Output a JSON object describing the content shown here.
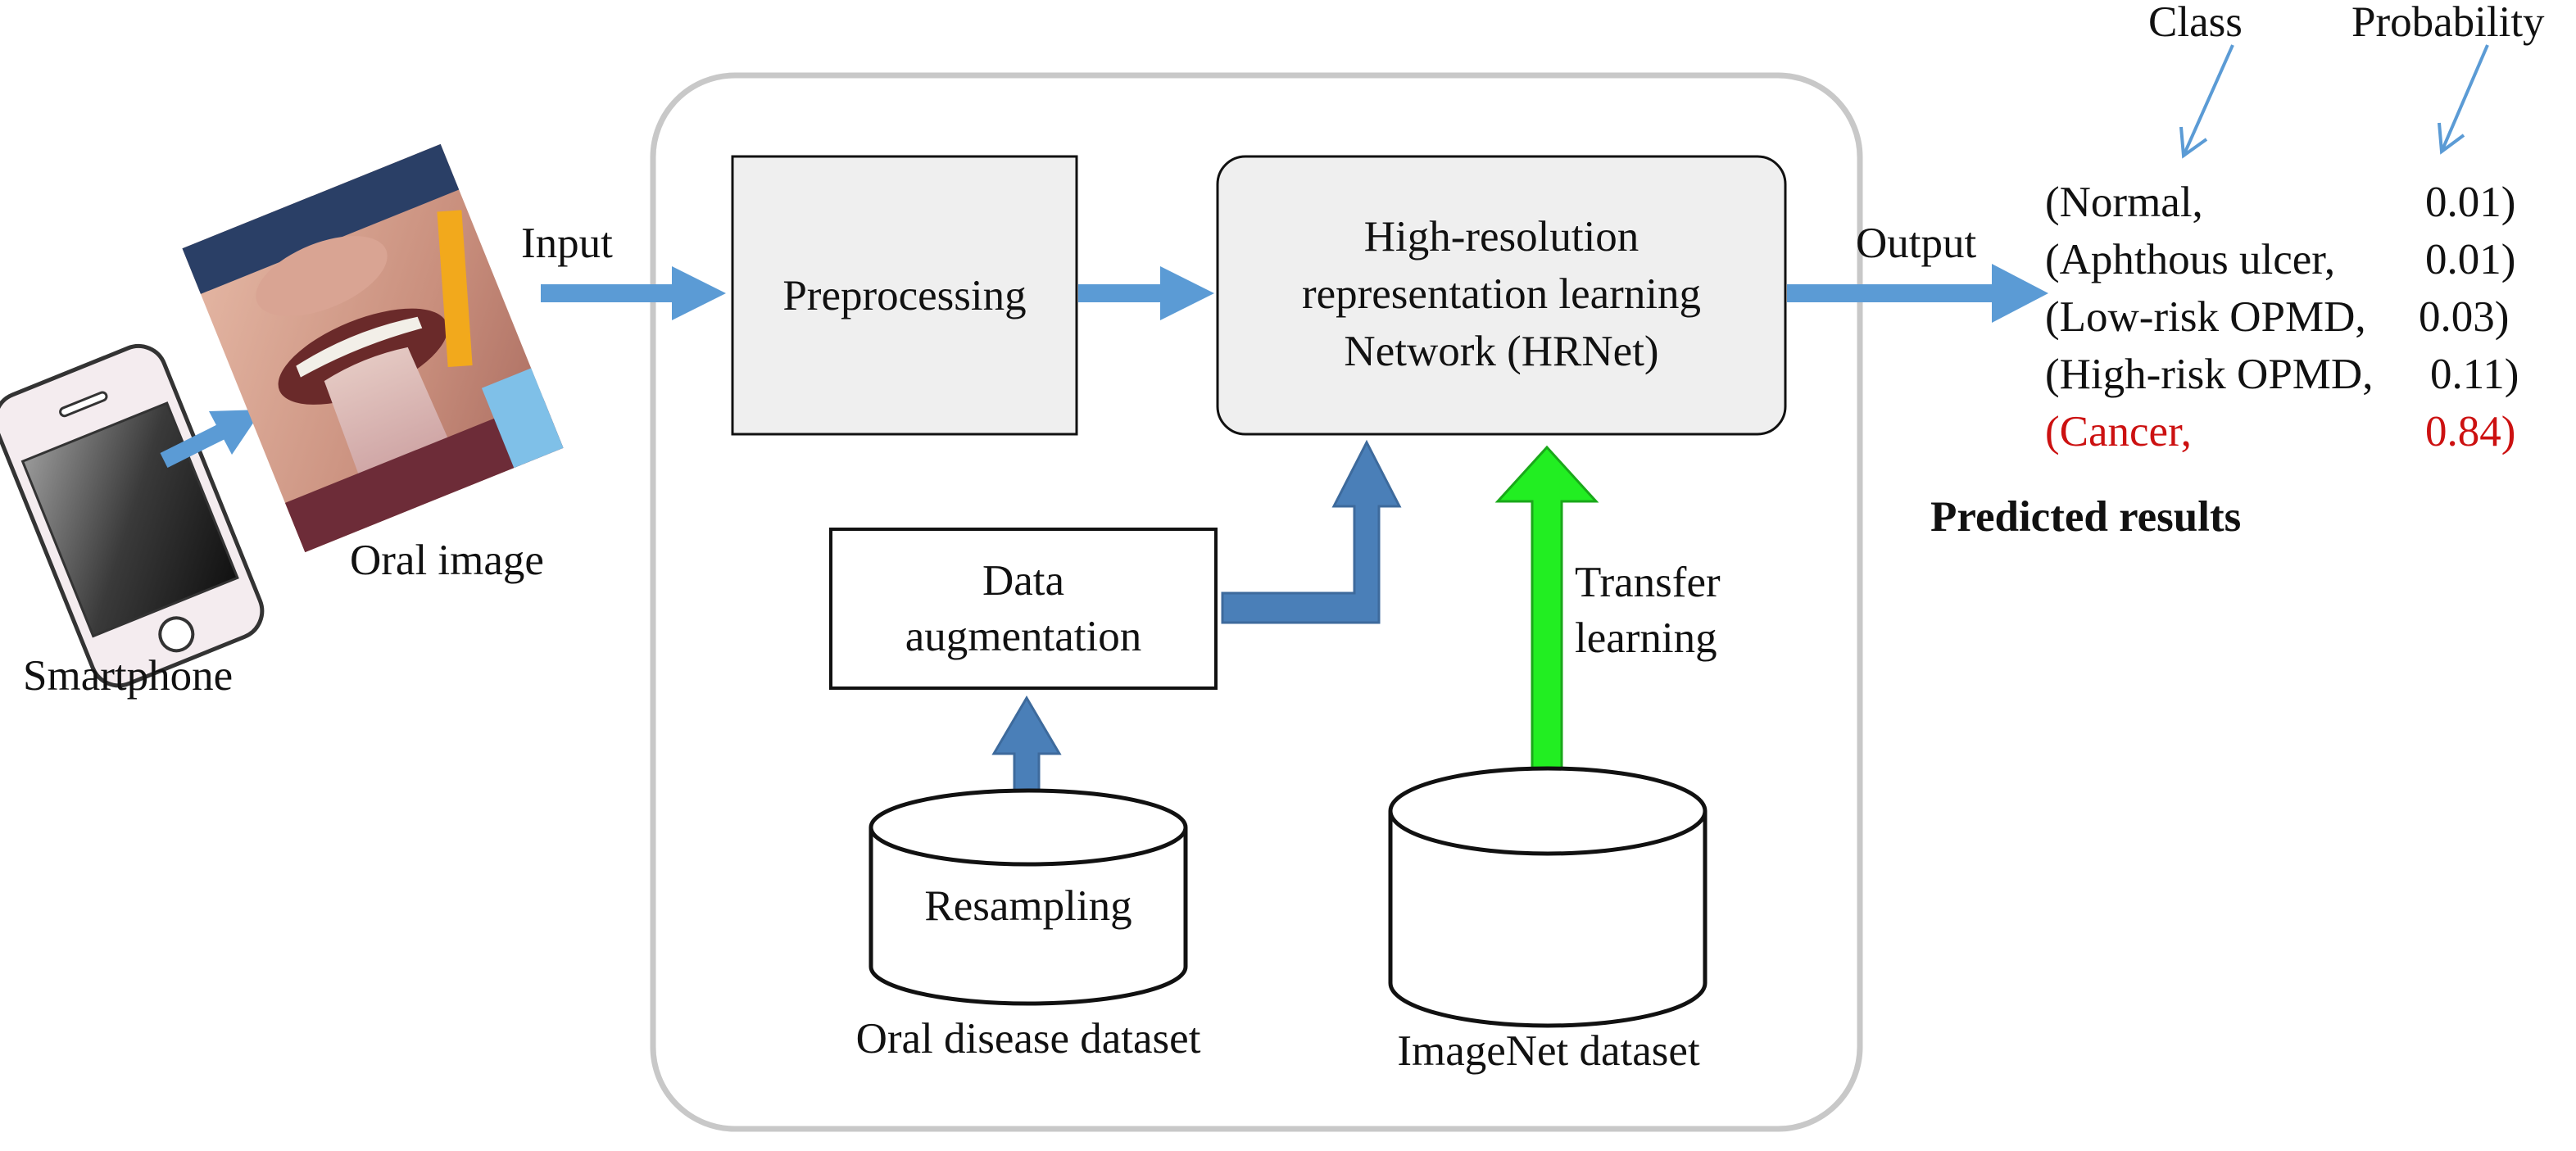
{
  "colors": {
    "arrow_blue": "#5b9bd5",
    "arrow_dark_blue": "#4a7fb8",
    "transfer_green": "#22ee22",
    "highlight_red": "#cc1111",
    "box_fill": "#efefef",
    "panel_border": "#c8c8c8"
  },
  "icons": {
    "smartphone": "smartphone-icon",
    "oral_photo": "oral-image-photo",
    "database": "database-cylinder-icon"
  },
  "labels": {
    "smartphone": "Smartphone",
    "oral_image": "Oral image",
    "input": "Input",
    "output": "Output",
    "transfer_learning": [
      "Transfer",
      "learning"
    ],
    "class_header": "Class",
    "probability_header": "Probability",
    "predicted_results": "Predicted results"
  },
  "boxes": {
    "preprocessing": "Preprocessing",
    "hrnet": [
      "High-resolution",
      "representation learning",
      "Network (HRNet)"
    ],
    "data_augmentation": [
      "Data",
      "augmentation"
    ],
    "resampling": "Resampling",
    "oral_disease_dataset": "Oral disease dataset",
    "imagenet_dataset": "ImageNet dataset"
  },
  "results": [
    {
      "class": "(Normal,",
      "probability": "0.01)",
      "highlight": false
    },
    {
      "class": "(Aphthous ulcer,",
      "probability": "0.01)",
      "highlight": false
    },
    {
      "class": "(Low-risk OPMD,",
      "probability": "0.03)",
      "highlight": false
    },
    {
      "class": "(High-risk OPMD,",
      "probability": "0.11)",
      "highlight": false
    },
    {
      "class": "(Cancer,",
      "probability": "0.84)",
      "highlight": true
    }
  ]
}
